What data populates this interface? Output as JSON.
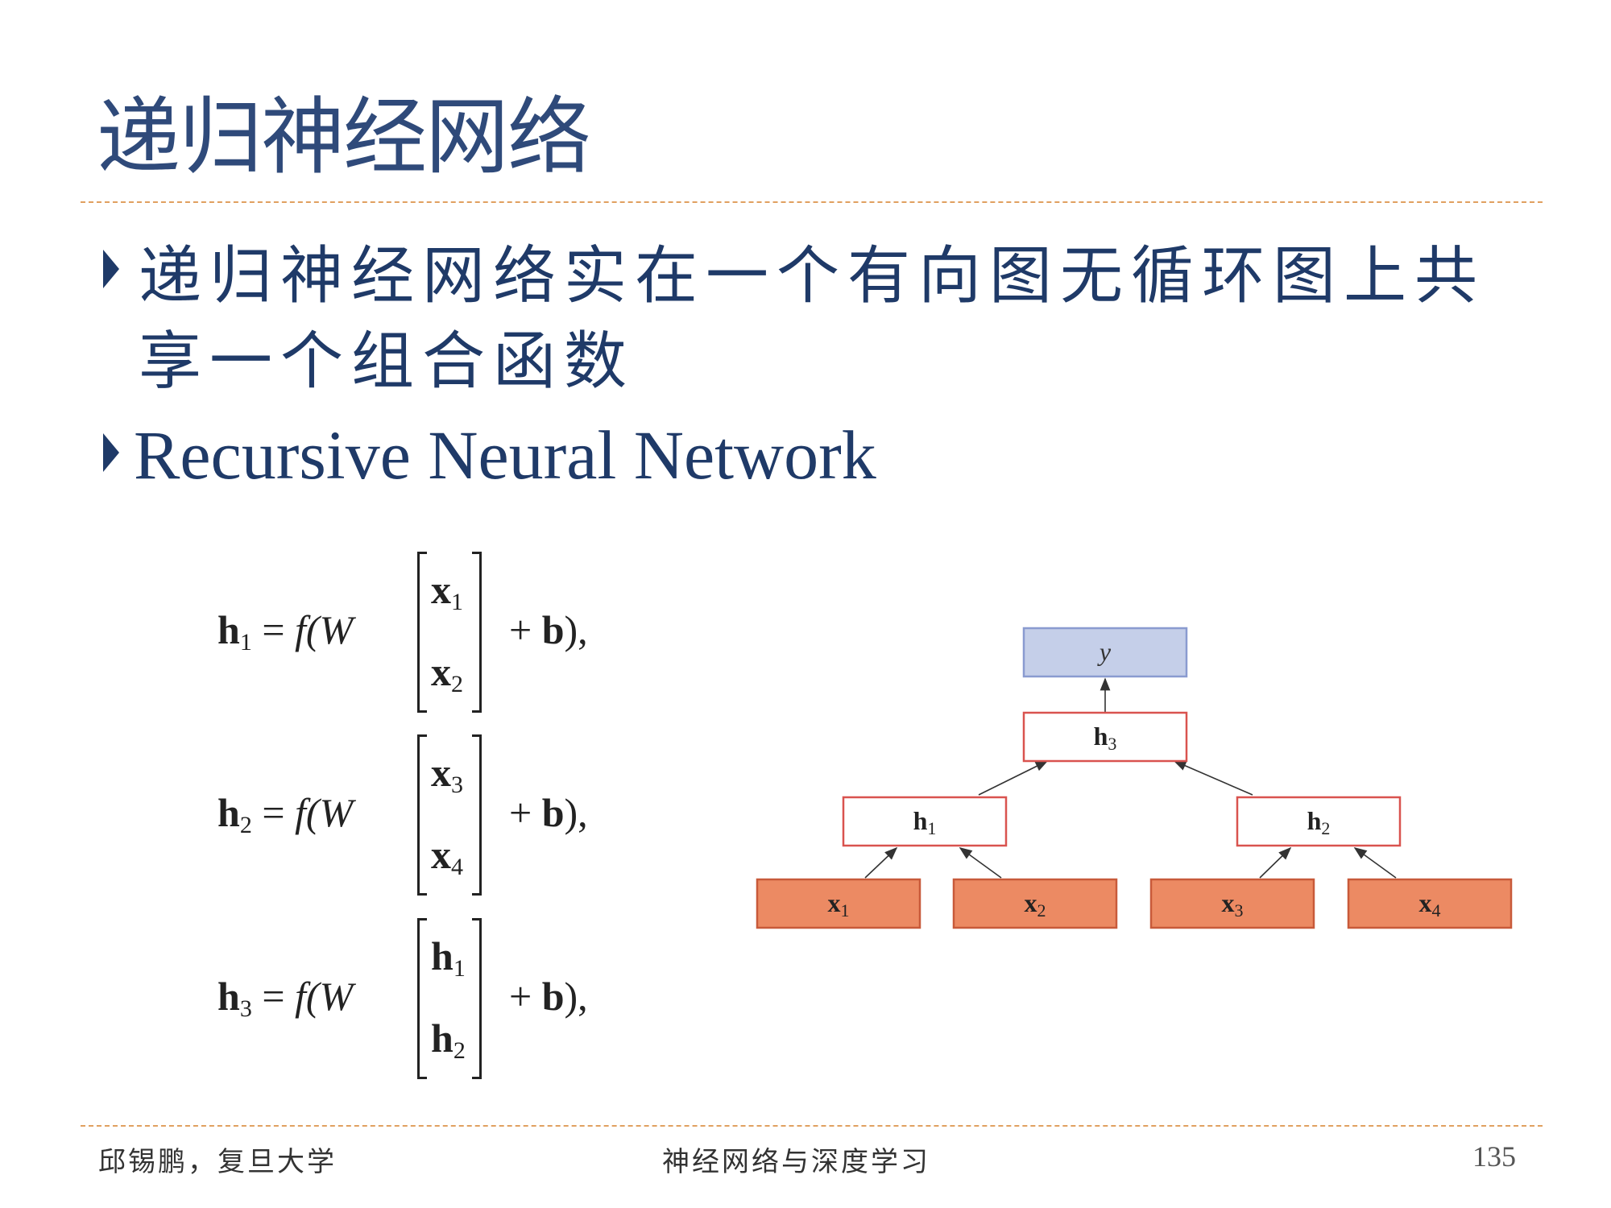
{
  "slide": {
    "title": "递归神经网络",
    "bullets": [
      "递归神经网络实在一个有向图无循环图上共享一个组合函数",
      "Recursive Neural Network"
    ],
    "equations": [
      {
        "lhs_var": "h",
        "lhs_sub": "1",
        "eq": " = ",
        "f": "f",
        "paren_w": "(W",
        "top_var": "x",
        "top_sub": "1",
        "bot_var": "x",
        "bot_sub": "2",
        "plus": " + ",
        "b": "b",
        "end": "),"
      },
      {
        "lhs_var": "h",
        "lhs_sub": "2",
        "eq": " = ",
        "f": "f",
        "paren_w": "(W",
        "top_var": "x",
        "top_sub": "3",
        "bot_var": "x",
        "bot_sub": "4",
        "plus": " + ",
        "b": "b",
        "end": "),"
      },
      {
        "lhs_var": "h",
        "lhs_sub": "3",
        "eq": " = ",
        "f": "f",
        "paren_w": "(W",
        "top_var": "h",
        "top_sub": "1",
        "bot_var": "h",
        "bot_sub": "2",
        "plus": " + ",
        "b": "b",
        "end": "),"
      }
    ],
    "tree": {
      "output": {
        "label": "y",
        "fill": "#c5cfe9",
        "stroke": "#8a9bd0"
      },
      "hidden": [
        {
          "var": "h",
          "sub": "3"
        },
        {
          "var": "h",
          "sub": "1"
        },
        {
          "var": "h",
          "sub": "2"
        }
      ],
      "hidden_stroke": "#d9534f",
      "inputs": [
        {
          "var": "x",
          "sub": "1"
        },
        {
          "var": "x",
          "sub": "2"
        },
        {
          "var": "x",
          "sub": "3"
        },
        {
          "var": "x",
          "sub": "4"
        }
      ],
      "input_fill": "#ec8a63",
      "input_stroke": "#c85a3a"
    },
    "footer": {
      "left": "邱锡鹏，复旦大学",
      "center": "神经网络与深度学习",
      "page": "135"
    }
  },
  "colors": {
    "title": "#2f4a7a",
    "bullet_text": "#1f3a68",
    "rule": "#e0a060"
  }
}
